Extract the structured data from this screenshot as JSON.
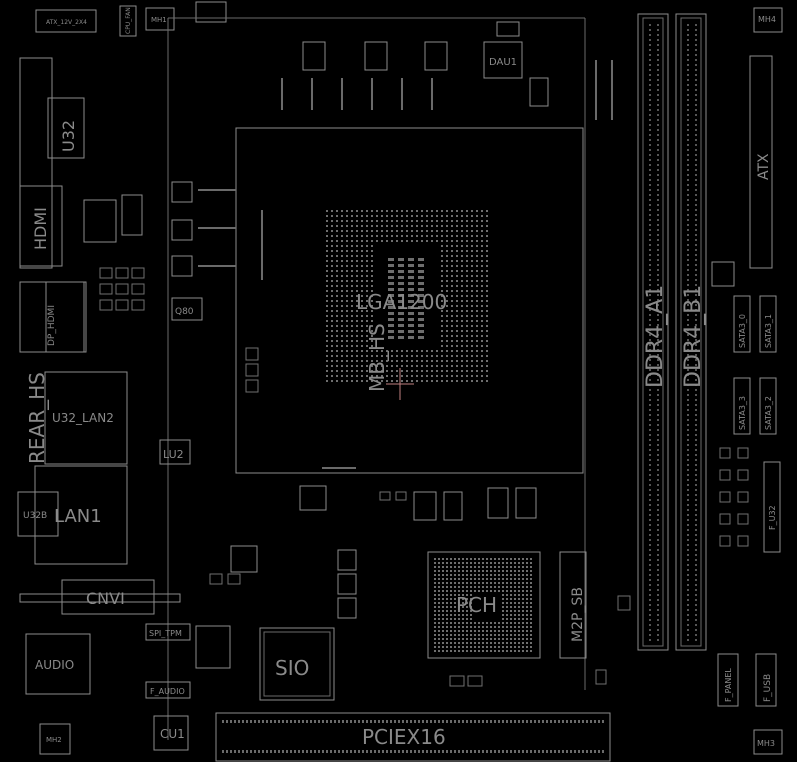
{
  "colors": {
    "background": "#000000",
    "outline": "#8c8c8c",
    "outline_dim": "#5a5a5a",
    "label": "#8a8a8a",
    "label_bright": "#a0a0a0",
    "cursor": "#c08080"
  },
  "labels": {
    "atx12v": "ATX_12V_2X4",
    "cpu_fan": "CPU_FAN",
    "mh1": "MH1",
    "mh4": "MH4",
    "mh2": "MH2",
    "mh3": "MH3",
    "dau1": "DAU1",
    "u32": "U32",
    "hdmi": "HDMI",
    "dp_hdmi": "DP_HDMI",
    "rear_hs": "REAR_HS",
    "u32_lan2": "U32_LAN2",
    "lu2": "LU2",
    "u32b": "U32B",
    "lan1": "LAN1",
    "cnvi": "CNVI",
    "audio": "AUDIO",
    "spi_tpm": "SPI_TPM",
    "f_audio": "F_AUDIO",
    "cu1": "CU1",
    "sio": "SIO",
    "pciex16": "PCIEX16",
    "pch": "PCH",
    "m2p_sb": "M2P_SB",
    "lga1200": "LGA1200",
    "mb_hs": "MB_HS",
    "q80": "Q80",
    "atx": "ATX",
    "ddr4_a1": "DDR4_A1",
    "ddr4_b1": "DDR4_B1",
    "sata0": "SATA3_0",
    "sata1": "SATA3_1",
    "sata3": "SATA3_3",
    "sata2": "SATA3_2",
    "f_panel": "F_PANEL",
    "f_usb": "F_USB",
    "usb_hdr": "F_U32"
  }
}
